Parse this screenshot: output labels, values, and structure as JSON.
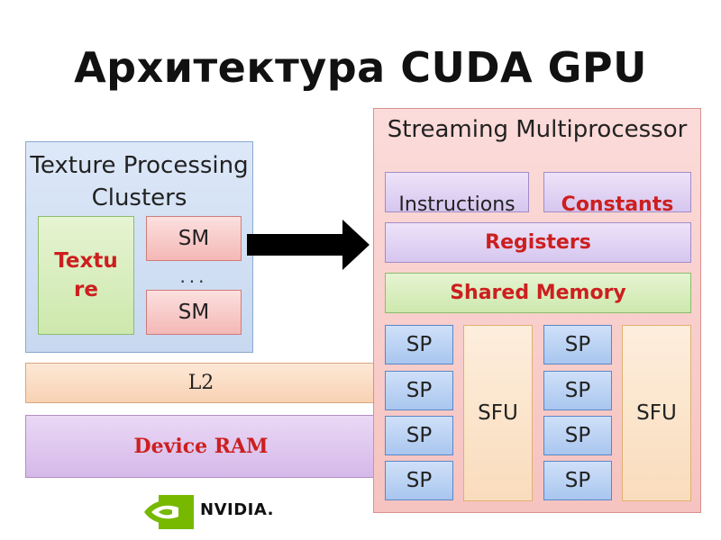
{
  "title": "Архитектура CUDA GPU",
  "tpc": {
    "label": "Texture Processing Clusters",
    "texture_label": "Texture",
    "sm_top": "SM",
    "dots": "...",
    "sm_bottom": "SM"
  },
  "memory": {
    "l2_label": "L2",
    "ram_label": "Device RAM"
  },
  "smp": {
    "label": "Streaming Multiprocessor",
    "instructions_label": "Instructions",
    "constants_label": "Constants",
    "registers_label": "Registers",
    "shared_label": "Shared Memory",
    "sp_label": "SP",
    "sfu_label": "SFU"
  },
  "logo": {
    "text": "NVIDIA."
  },
  "colors": {
    "accent_red": "#cc1f1f",
    "nvidia_green": "#76b900"
  }
}
